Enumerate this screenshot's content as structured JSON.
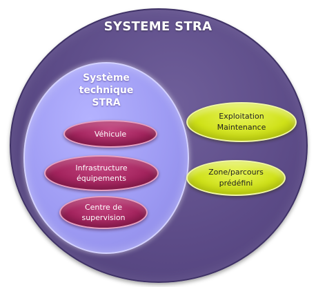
{
  "system": {
    "title": "SYSTEME STRA"
  },
  "technical_system": {
    "title_lines": [
      "Système",
      "technique",
      "STRA"
    ],
    "components": [
      {
        "lines": [
          "Véhicule"
        ]
      },
      {
        "lines": [
          "Infrastructure",
          "équipements"
        ]
      },
      {
        "lines": [
          "Centre de",
          "supervision"
        ]
      }
    ]
  },
  "external": [
    {
      "lines": [
        "Exploitation",
        "Maintenance"
      ]
    },
    {
      "lines": [
        "Zone/parcours",
        "prédéfini"
      ]
    }
  ],
  "colors": {
    "outer_ellipse": "#5c4b87",
    "inner_ellipse": "#9c99f2",
    "component_pill": "#a3235d",
    "external_pill": "#cfe118"
  }
}
